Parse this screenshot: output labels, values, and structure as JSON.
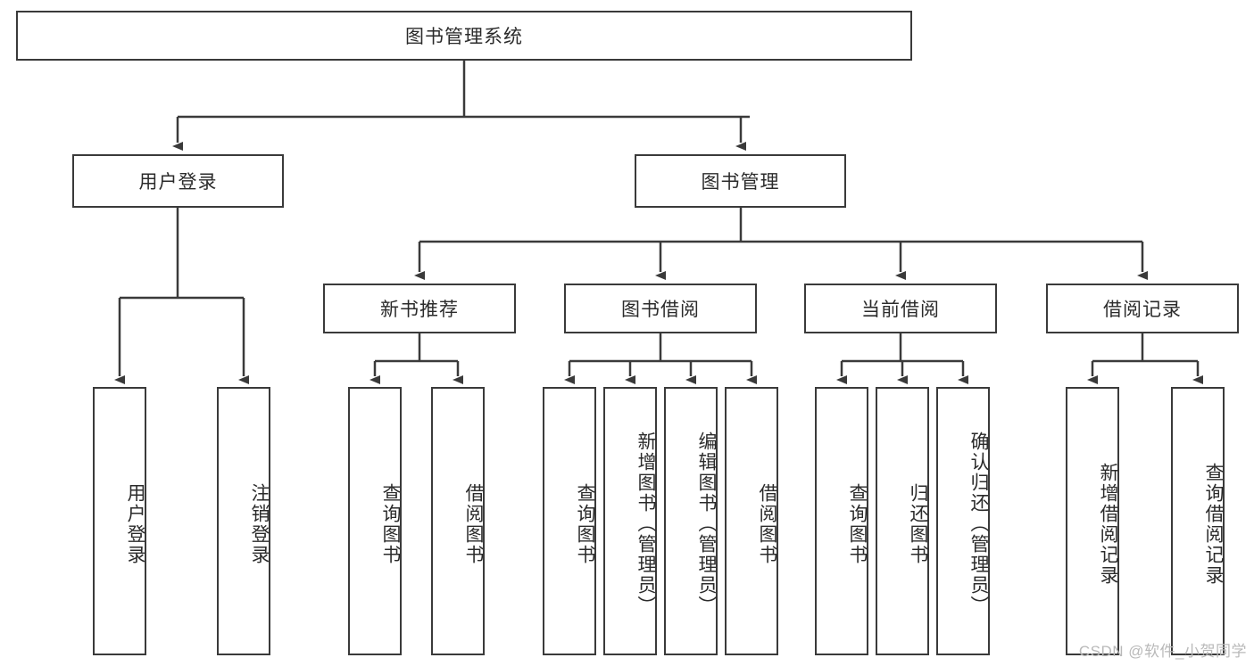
{
  "diagram": {
    "type": "tree-hierarchy-chart",
    "title": "图书管理系统",
    "stroke_color": "#3a3a3a",
    "text_color": "#2b2b2b",
    "background_color": "#ffffff",
    "levels": {
      "root": {
        "label": "图书管理系统"
      },
      "level2": [
        {
          "id": "user-login",
          "label": "用户登录"
        },
        {
          "id": "book-management",
          "label": "图书管理"
        }
      ],
      "level3": [
        {
          "id": "new-book-recommend",
          "label": "新书推荐"
        },
        {
          "id": "book-borrow",
          "label": "图书借阅"
        },
        {
          "id": "current-borrow",
          "label": "当前借阅"
        },
        {
          "id": "borrow-record",
          "label": "借阅记录"
        }
      ],
      "leaves": [
        {
          "id": "leaf-user-login",
          "parent": "user-login",
          "label": "用户登录"
        },
        {
          "id": "leaf-logout-login",
          "parent": "user-login",
          "label": "注销登录"
        },
        {
          "id": "leaf-query-book-1",
          "parent": "new-book-recommend",
          "label": "查询图书"
        },
        {
          "id": "leaf-borrow-book-1",
          "parent": "new-book-recommend",
          "label": "借阅图书"
        },
        {
          "id": "leaf-query-book-2",
          "parent": "book-borrow",
          "label": "查询图书"
        },
        {
          "id": "leaf-add-book",
          "parent": "book-borrow",
          "label": "新增图书（管理员）"
        },
        {
          "id": "leaf-edit-book",
          "parent": "book-borrow",
          "label": "编辑图书（管理员）"
        },
        {
          "id": "leaf-borrow-book-2",
          "parent": "book-borrow",
          "label": "借阅图书"
        },
        {
          "id": "leaf-query-book-3",
          "parent": "current-borrow",
          "label": "查询图书"
        },
        {
          "id": "leaf-return-book",
          "parent": "current-borrow",
          "label": "归还图书"
        },
        {
          "id": "leaf-confirm-return",
          "parent": "current-borrow",
          "label": "确认归还（管理员）"
        },
        {
          "id": "leaf-add-record",
          "parent": "borrow-record",
          "label": "新增借阅记录"
        },
        {
          "id": "leaf-query-record",
          "parent": "borrow-record",
          "label": "查询借阅记录"
        }
      ]
    }
  },
  "watermark": {
    "text": "CSDN @软件_小贺同学"
  }
}
